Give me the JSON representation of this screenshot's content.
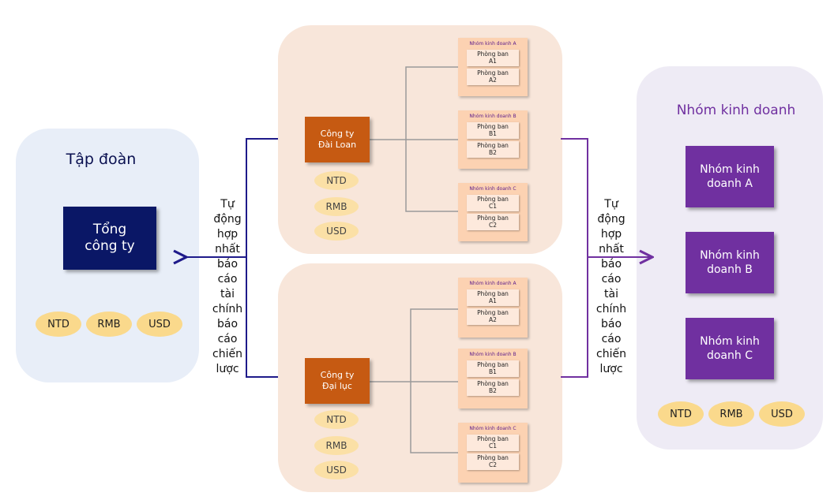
{
  "left_panel": {
    "title": "Tập đoàn",
    "head_box": [
      "Tổng",
      "công ty"
    ],
    "currencies": [
      "NTD",
      "RMB",
      "USD"
    ]
  },
  "right_panel": {
    "title": "Nhóm kinh doanh",
    "boxes": [
      [
        "Nhóm kinh",
        "doanh A"
      ],
      [
        "Nhóm kinh",
        "doanh B"
      ],
      [
        "Nhóm kinh",
        "doanh C"
      ]
    ],
    "currencies": [
      "NTD",
      "RMB",
      "USD"
    ]
  },
  "companies": [
    {
      "name": [
        "Công ty",
        "Đài Loan"
      ],
      "currencies": [
        "NTD",
        "RMB",
        "USD"
      ],
      "groups": [
        {
          "title": "Nhóm kinh doanh A",
          "depts": [
            [
              "Phòng ban",
              "A1"
            ],
            [
              "Phòng ban",
              "A2"
            ]
          ]
        },
        {
          "title": "Nhóm kinh doanh B",
          "depts": [
            [
              "Phòng ban",
              "B1"
            ],
            [
              "Phòng ban",
              "B2"
            ]
          ]
        },
        {
          "title": "Nhóm kinh doanh C",
          "depts": [
            [
              "Phòng ban",
              "C1"
            ],
            [
              "Phòng ban",
              "C2"
            ]
          ]
        }
      ]
    },
    {
      "name": [
        "Công ty",
        "Đại lục"
      ],
      "currencies": [
        "NTD",
        "RMB",
        "USD"
      ],
      "groups": [
        {
          "title": "Nhóm kinh doanh A",
          "depts": [
            [
              "Phòng ban",
              "A1"
            ],
            [
              "Phòng ban",
              "A2"
            ]
          ]
        },
        {
          "title": "Nhóm kinh doanh B",
          "depts": [
            [
              "Phòng ban",
              "B1"
            ],
            [
              "Phòng ban",
              "B2"
            ]
          ]
        },
        {
          "title": "Nhóm kinh doanh C",
          "depts": [
            [
              "Phòng ban",
              "C1"
            ],
            [
              "Phòng ban",
              "C2"
            ]
          ]
        }
      ]
    }
  ],
  "flow_labels": {
    "left": [
      "Tự",
      "động",
      "hợp",
      "nhất",
      "báo",
      "cáo",
      "tài",
      "chính",
      "báo",
      "cáo",
      "chiến",
      "lược"
    ],
    "right": [
      "Tự",
      "động",
      "hợp",
      "nhất",
      "báo",
      "cáo",
      "tài",
      "chính",
      "báo",
      "cáo",
      "chiến",
      "lược"
    ]
  },
  "colors": {
    "left_arrow": "#1e1a8a",
    "right_arrow": "#7030a0",
    "connector": "#9a9a9a"
  }
}
